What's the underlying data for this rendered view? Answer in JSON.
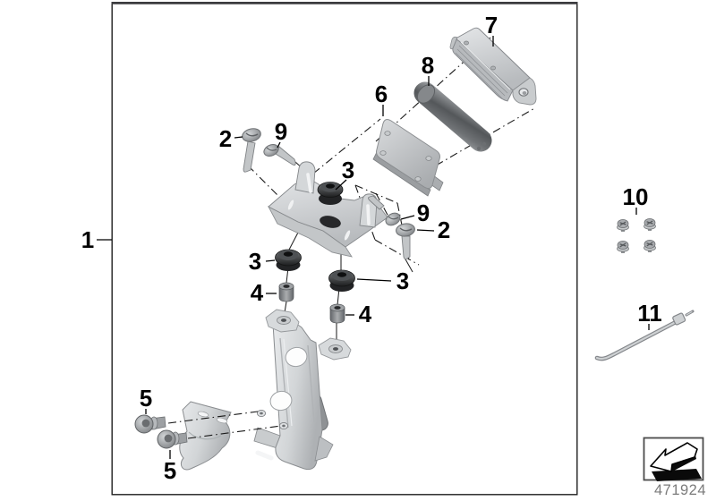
{
  "diagram": {
    "type": "exploded-parts-diagram",
    "footer_part_number": "471924",
    "callout_numbers": {
      "n1": "1",
      "n2": "2",
      "n3": "3",
      "n4": "4",
      "n5": "5",
      "n6": "6",
      "n7": "7",
      "n8": "8",
      "n9": "9",
      "n10": "10",
      "n11": "11"
    },
    "icons": {
      "direction_arrow_icon": "3d-arrow-down-left"
    },
    "colors": {
      "background": "#ffffff",
      "frame_border": "#1f1f1f",
      "frame_top_border": "#3b3b3f",
      "callout_text": "#000000",
      "footer_text": "#7b7b7b",
      "part_light_gray": "#d6d9db",
      "part_mid_gray": "#b6b9bc",
      "part_dark_gray": "#54575a",
      "rubber_black": "#2a2b2d"
    }
  }
}
